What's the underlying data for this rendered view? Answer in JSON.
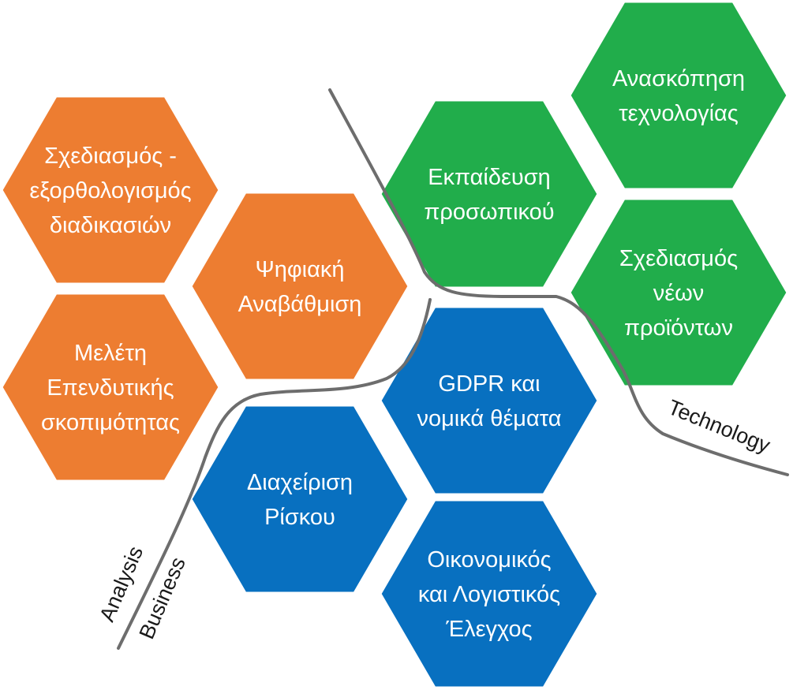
{
  "colors": {
    "business": "#ED7D31",
    "technology": "#21AD4B",
    "analysis": "#0870C0",
    "divider": "#6d6d6d"
  },
  "divider_labels": {
    "analysis": "Analysis",
    "business": "Business",
    "technology": "Technology"
  },
  "hexagons": [
    {
      "id": "hex-process-design",
      "group": "business",
      "lines": [
        "Σχεδιασμός -",
        "εξορθολογισμός",
        "διαδικασιών"
      ]
    },
    {
      "id": "hex-digital-upgrade",
      "group": "business",
      "lines": [
        "Ψηφιακή",
        "Αναβάθμιση"
      ]
    },
    {
      "id": "hex-feasibility-study",
      "group": "business",
      "lines": [
        "Μελέτη",
        "Επενδυτικής",
        "σκοπιμότητας"
      ]
    },
    {
      "id": "hex-staff-training",
      "group": "technology",
      "lines": [
        "Εκπαίδευση",
        "προσωπικού"
      ]
    },
    {
      "id": "hex-technology-review",
      "group": "technology",
      "lines": [
        "Ανασκόπηση",
        "τεχνολογίας"
      ]
    },
    {
      "id": "hex-new-product-design",
      "group": "technology",
      "lines": [
        "Σχεδιασμός",
        "νέων",
        "προϊόντων"
      ]
    },
    {
      "id": "hex-gdpr-legal",
      "group": "analysis",
      "lines": [
        "GDPR και",
        "νομικά θέματα"
      ]
    },
    {
      "id": "hex-risk-management",
      "group": "analysis",
      "lines": [
        "Διαχείριση",
        "Ρίσκου"
      ]
    },
    {
      "id": "hex-financial-audit",
      "group": "analysis",
      "lines": [
        "Οικονομικός",
        "και Λογιστικός",
        "Έλεγχος"
      ]
    }
  ]
}
